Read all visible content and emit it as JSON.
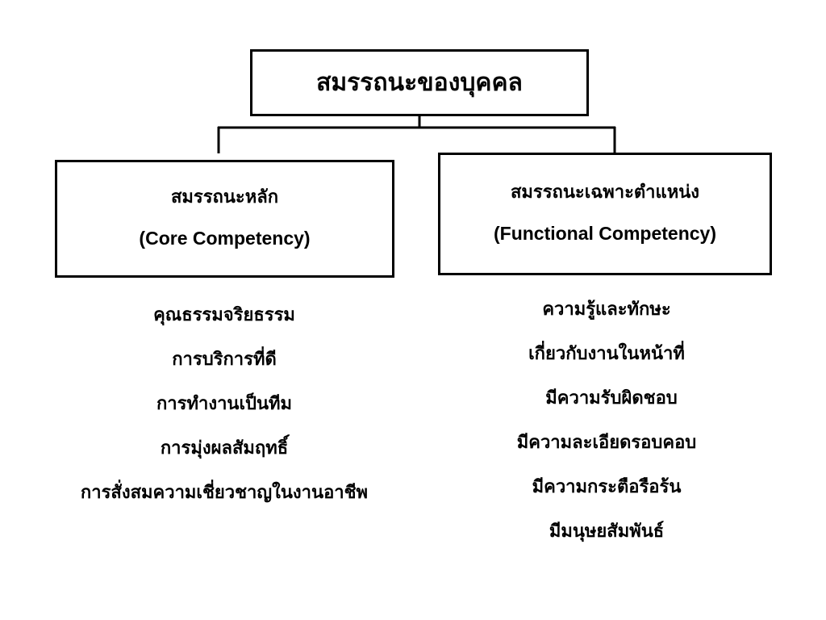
{
  "root": {
    "title": "สมรรถนะของบุคคล"
  },
  "core": {
    "title_thai": "สมรรถนะหลัก",
    "title_en": "(Core Competency)",
    "items": [
      "คุณธรรมจริยธรรม",
      "การบริการที่ดี",
      "การทำงานเป็นทีม",
      "การมุ่งผลสัมฤทธิ์",
      "การสั่งสมความเชี่ยวชาญในงานอาชีพ"
    ]
  },
  "functional": {
    "title_thai": "สมรรถนะเฉพาะตำแหน่ง",
    "title_en": "(Functional Competency)",
    "items": [
      "ความรู้และทักษะ",
      "เกี่ยวกับงานในหน้าที่",
      "มีความรับผิดชอบ",
      "มีความละเอียดรอบคอบ",
      "มีความกระตือรือร้น",
      "มีมนุษยสัมพันธ์"
    ]
  },
  "colors": {
    "line": "#000000",
    "background": "#ffffff"
  }
}
